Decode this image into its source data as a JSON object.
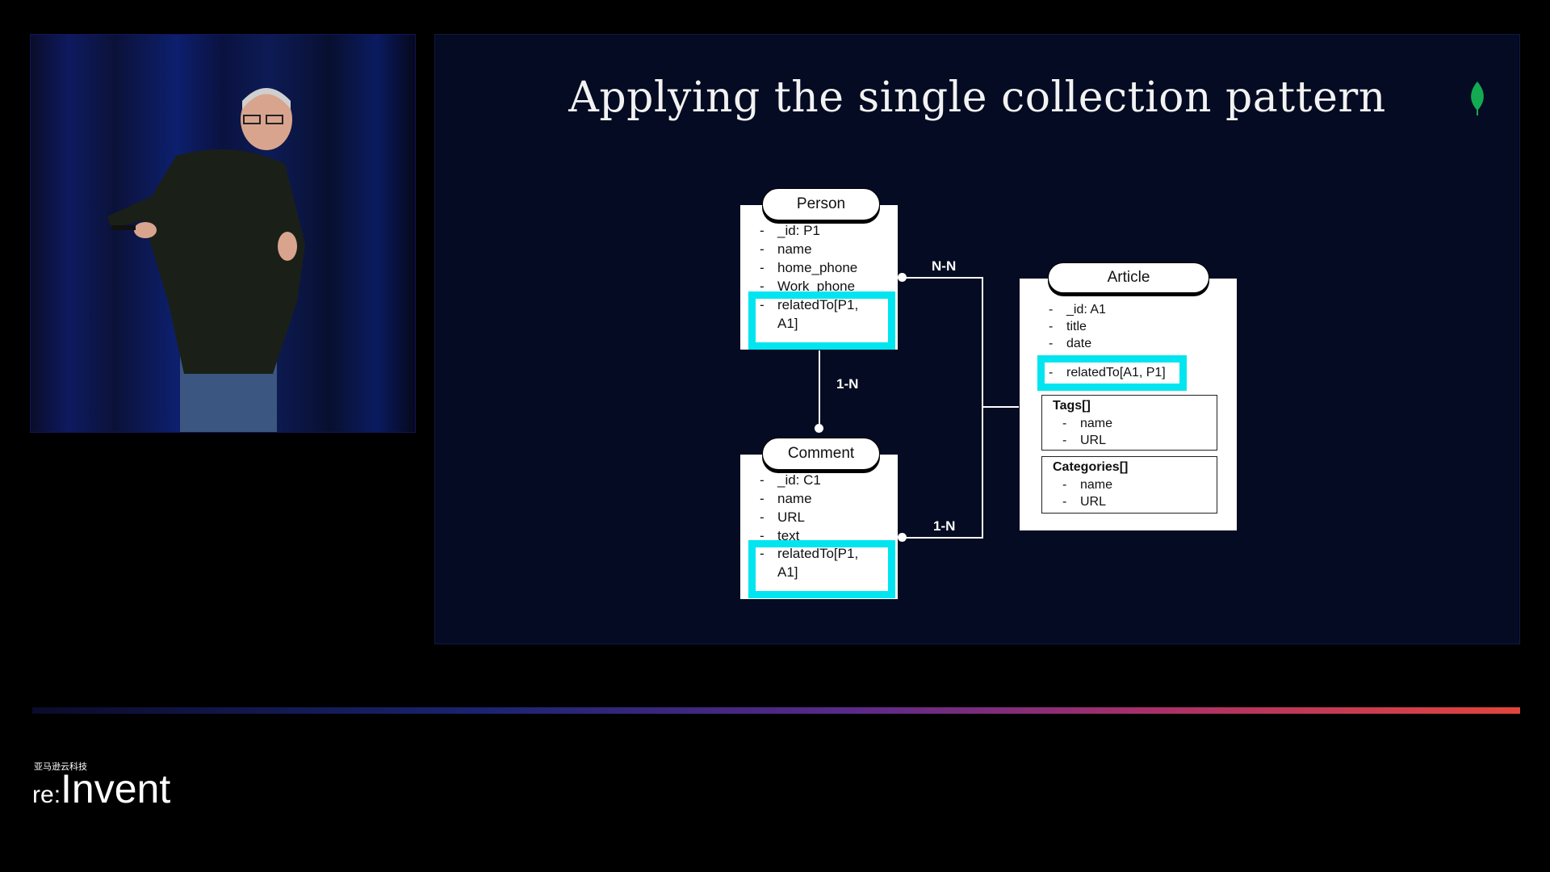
{
  "slide": {
    "title": "Applying the single collection pattern"
  },
  "entities": {
    "person": {
      "name": "Person",
      "fields": [
        "_id: P1",
        "name",
        "home_phone",
        "Work_phone"
      ],
      "related": [
        "relatedTo[P1,",
        "A1]"
      ]
    },
    "comment": {
      "name": "Comment",
      "fields": [
        "_id: C1",
        "name",
        "URL",
        "text"
      ],
      "related": [
        "relatedTo[P1,",
        "A1]"
      ]
    },
    "article": {
      "name": "Article",
      "fields": [
        "_id: A1",
        "title",
        "date"
      ],
      "related": "relatedTo[A1, P1]",
      "tags": {
        "title": "Tags[]",
        "items": [
          "name",
          "URL"
        ]
      },
      "categories": {
        "title": "Categories[]",
        "items": [
          "name",
          "URL"
        ]
      }
    }
  },
  "relations": {
    "person_article": "N-N",
    "person_comment": "1-N",
    "comment_article": "1-N"
  },
  "branding": {
    "cn": "亚马逊云科技",
    "re": "re",
    "colon": ":",
    "invent": "Invent"
  },
  "colors": {
    "highlight": "#00e5ef",
    "leaf": "#13aa52",
    "slide_bg": "#040b22"
  }
}
